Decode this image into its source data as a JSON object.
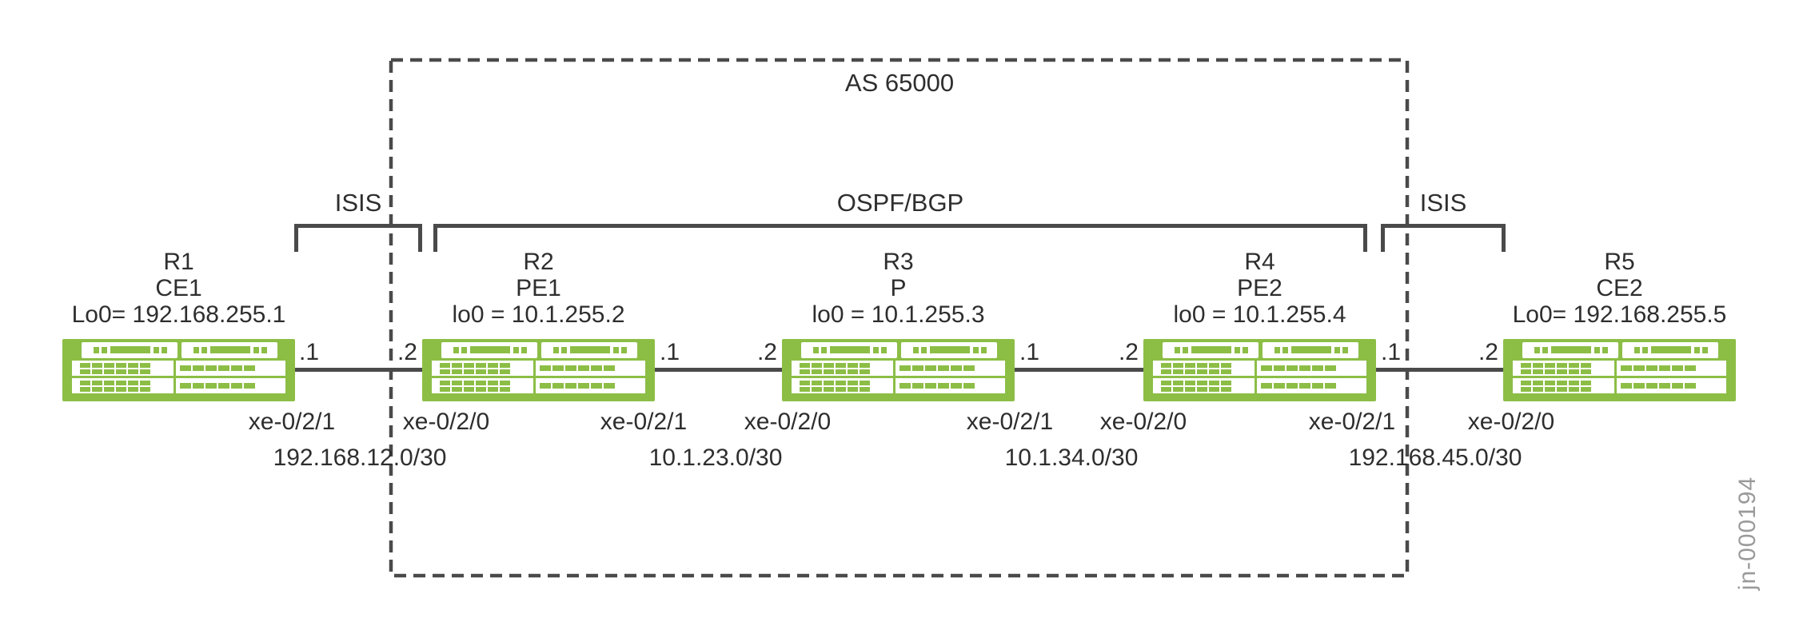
{
  "diagram": {
    "as_area": {
      "label": "AS 65000"
    },
    "figure_id": "jn-000194",
    "protocol_spans": [
      {
        "label": "ISIS"
      },
      {
        "label": "OSPF/BGP"
      },
      {
        "label": "ISIS"
      }
    ],
    "routers": [
      {
        "name": "R1",
        "role": "CE1",
        "loopback": "Lo0= 192.168.255.1"
      },
      {
        "name": "R2",
        "role": "PE1",
        "loopback": "lo0 = 10.1.255.2"
      },
      {
        "name": "R3",
        "role": "P",
        "loopback": "lo0 = 10.1.255.3"
      },
      {
        "name": "R4",
        "role": "PE2",
        "loopback": "lo0 = 10.1.255.4"
      },
      {
        "name": "R5",
        "role": "CE2",
        "loopback": "Lo0= 192.168.255.5"
      }
    ],
    "links": [
      {
        "from": "R1",
        "to": "R2",
        "left_ip": ".1",
        "right_ip": ".2",
        "left_interface": "xe-0/2/1",
        "right_interface": "xe-0/2/0",
        "subnet": "192.168.12.0/30"
      },
      {
        "from": "R2",
        "to": "R3",
        "left_ip": ".1",
        "right_ip": ".2",
        "left_interface": "xe-0/2/1",
        "right_interface": "xe-0/2/0",
        "subnet": "10.1.23.0/30"
      },
      {
        "from": "R3",
        "to": "R4",
        "left_ip": ".1",
        "right_ip": ".2",
        "left_interface": "xe-0/2/1",
        "right_interface": "xe-0/2/0",
        "subnet": "10.1.34.0/30"
      },
      {
        "from": "R4",
        "to": "R5",
        "left_ip": ".1",
        "right_ip": ".2",
        "left_interface": "xe-0/2/1",
        "right_interface": "xe-0/2/0",
        "subnet": "192.168.45.0/30"
      }
    ],
    "colors": {
      "device_green": "#8CBE46",
      "line_gray": "#4A4A4A",
      "text_dark": "#2E2E2E",
      "figure_id_gray": "#9A9A9A"
    }
  }
}
